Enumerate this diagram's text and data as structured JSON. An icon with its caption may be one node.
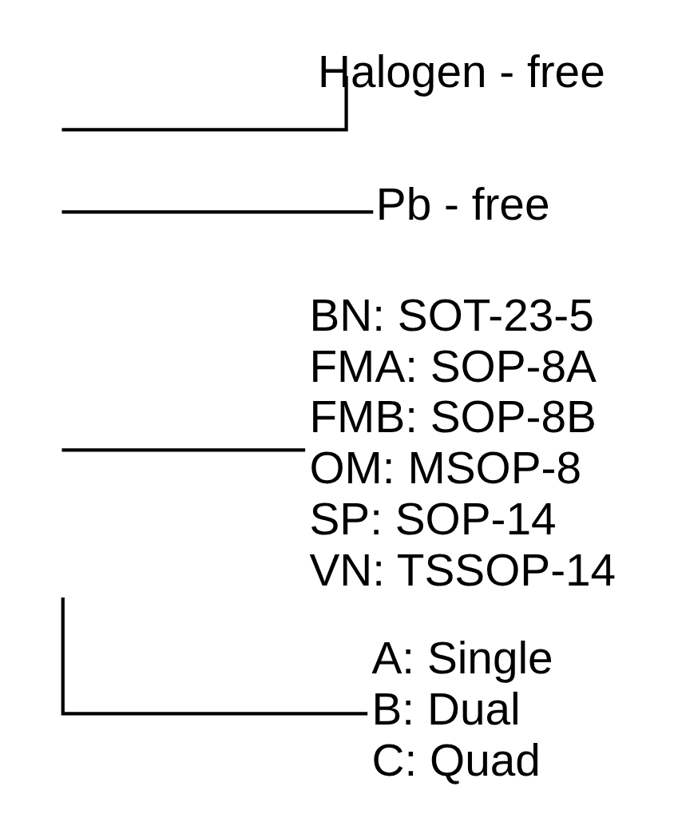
{
  "diagram": {
    "nodes": [
      {
        "text": [
          "Halogen - free"
        ]
      },
      {
        "text": [
          "Pb - free"
        ]
      },
      {
        "text": [
          "BN: SOT-23-5",
          "FMA: SOP-8A",
          "FMB: SOP-8B",
          "OM: MSOP-8",
          "SP: SOP-14",
          "VN: TSSOP-14"
        ]
      },
      {
        "text": [
          "A: Single",
          "B: Dual",
          "C: Quad"
        ]
      }
    ],
    "edges": [
      {
        "from": null,
        "to": 0,
        "arrow": "none"
      },
      {
        "from": null,
        "to": 1,
        "arrow": "none"
      },
      {
        "from": null,
        "to": 2,
        "arrow": "none"
      },
      {
        "from": null,
        "to": 3,
        "arrow": "none"
      }
    ]
  }
}
